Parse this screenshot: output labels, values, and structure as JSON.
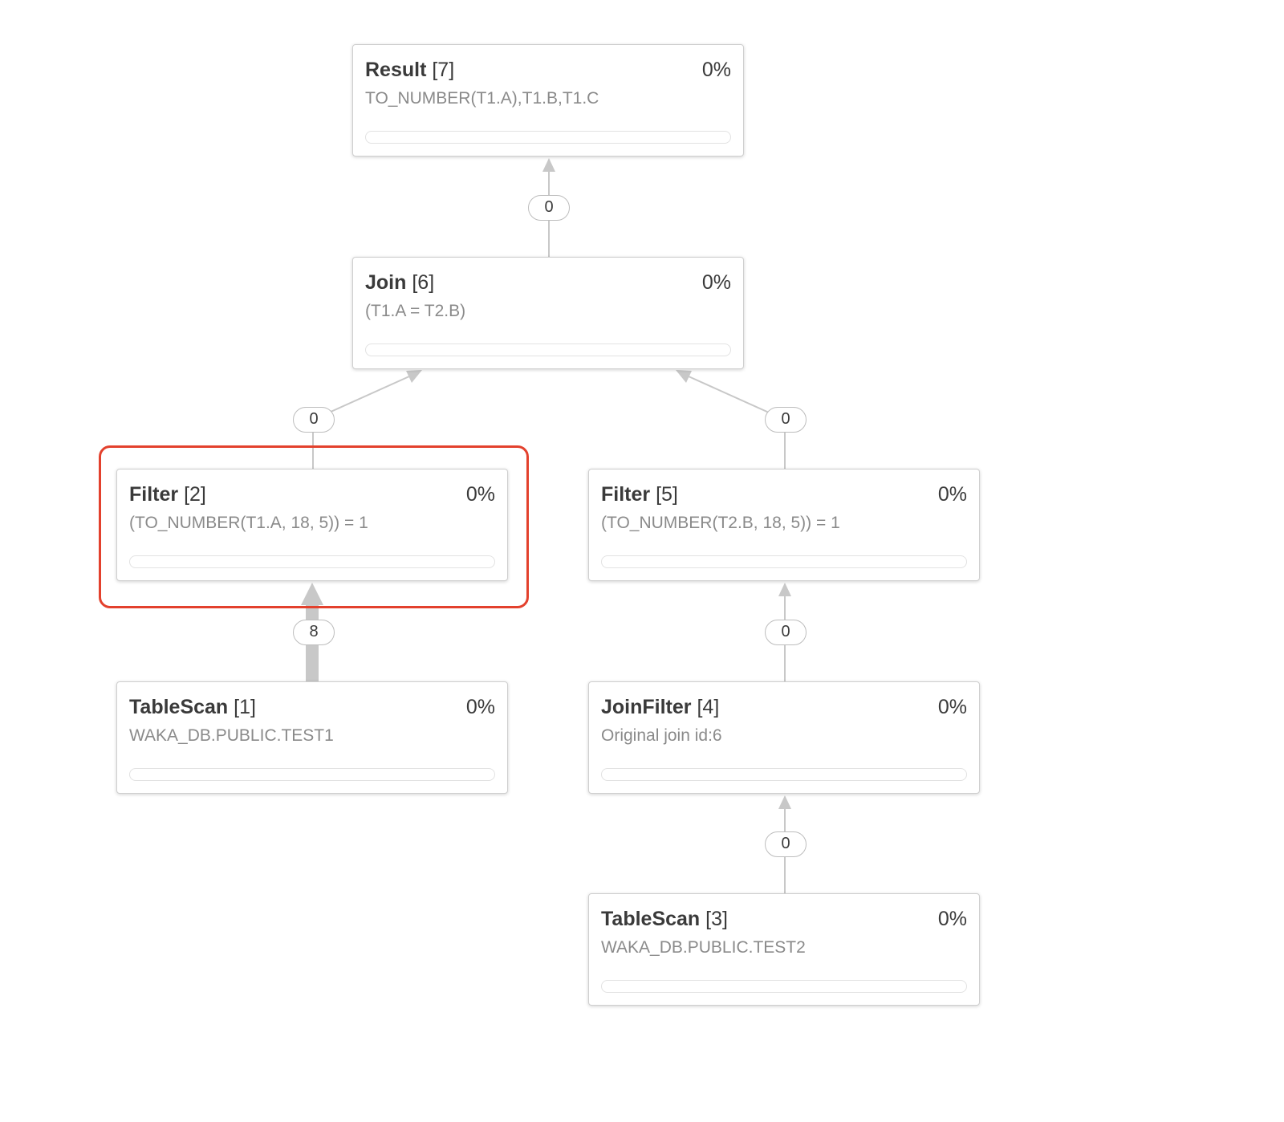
{
  "plan": {
    "nodes": {
      "result7": {
        "title": "Result",
        "id": "[7]",
        "percent": "0%",
        "detail": "TO_NUMBER(T1.A),T1.B,T1.C",
        "progress": 0
      },
      "join6": {
        "title": "Join",
        "id": "[6]",
        "percent": "0%",
        "detail": "(T1.A = T2.B)",
        "progress": 0
      },
      "filter2": {
        "title": "Filter",
        "id": "[2]",
        "percent": "0%",
        "detail": "(TO_NUMBER(T1.A, 18, 5)) = 1",
        "progress": 0
      },
      "filter5": {
        "title": "Filter",
        "id": "[5]",
        "percent": "0%",
        "detail": "(TO_NUMBER(T2.B, 18, 5)) = 1",
        "progress": 0
      },
      "tablescan1": {
        "title": "TableScan",
        "id": "[1]",
        "percent": "0%",
        "detail": "WAKA_DB.PUBLIC.TEST1",
        "progress": 0
      },
      "joinfilter4": {
        "title": "JoinFilter",
        "id": "[4]",
        "percent": "0%",
        "detail": "Original join id:6",
        "progress": 0
      },
      "tablescan3": {
        "title": "TableScan",
        "id": "[3]",
        "percent": "0%",
        "detail": "WAKA_DB.PUBLIC.TEST2",
        "progress": 0
      }
    },
    "edges": {
      "join6_to_result7": "0",
      "filter2_to_join6": "0",
      "filter5_to_join6": "0",
      "tablescan1_to_filter2": "8",
      "joinfilter4_to_filter5": "0",
      "tablescan3_to_joinfilter4": "0"
    },
    "highlighted_node": "filter2"
  },
  "colors": {
    "highlight": "#e3412d",
    "edge": "#c8c8c8",
    "node_border": "#cfcfcf",
    "progress_fill": "#29b5e8"
  }
}
